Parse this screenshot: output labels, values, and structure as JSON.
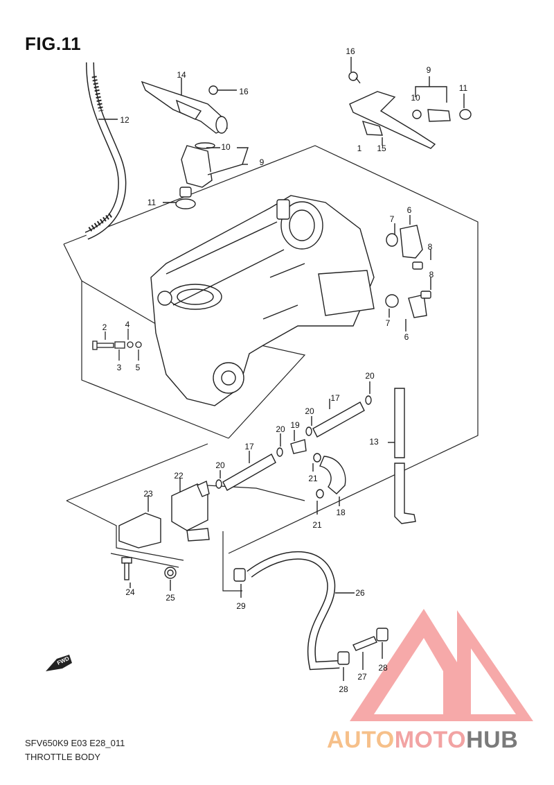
{
  "figure": {
    "title": "FIG.11"
  },
  "footer": {
    "code": "SFV650K9 E03 E28_011",
    "name": "THROTTLE BODY"
  },
  "logo": {
    "part1": "AUTO",
    "part2": "MOTO",
    "part3": "HUB",
    "colors": {
      "auto": "#f6c08a",
      "moto": "#f2a3a3",
      "hub": "#7a7a7a",
      "triangle": "#f59a9a"
    }
  },
  "fwd_label": "FWD",
  "callouts": [
    "1",
    "2",
    "3",
    "4",
    "5",
    "6",
    "6",
    "7",
    "7",
    "8",
    "8",
    "9",
    "9",
    "10",
    "10",
    "11",
    "11",
    "12",
    "13",
    "14",
    "15",
    "16",
    "16",
    "17",
    "17",
    "18",
    "19",
    "20",
    "20",
    "20",
    "20",
    "21",
    "21",
    "22",
    "23",
    "24",
    "25",
    "26",
    "27",
    "28",
    "28",
    "29"
  ]
}
